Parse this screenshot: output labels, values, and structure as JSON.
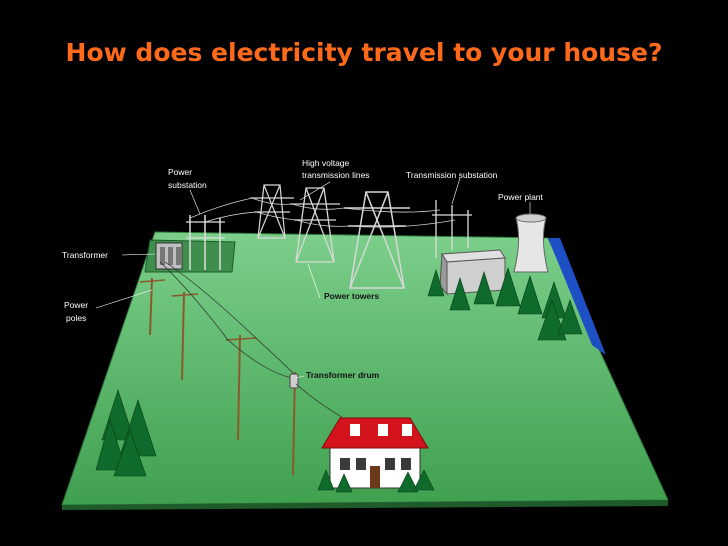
{
  "title": "How does electricity travel to your house?",
  "labels": {
    "power_substation_1": "Power",
    "power_substation_2": "substation",
    "high_voltage_1": "High voltage",
    "high_voltage_2": "transmission lines",
    "transmission_substation": "Transmission substation",
    "power_plant": "Power plant",
    "transformer": "Transformer",
    "power_poles_1": "Power",
    "power_poles_2": "poles",
    "power_towers": "Power towers",
    "transformer_drum": "Transformer drum"
  },
  "colors": {
    "title": "#ff6a1a",
    "ground": "#5cb86a",
    "river": "#1f4fc4",
    "roof": "#d4141c",
    "tree": "#0f6b2b"
  }
}
